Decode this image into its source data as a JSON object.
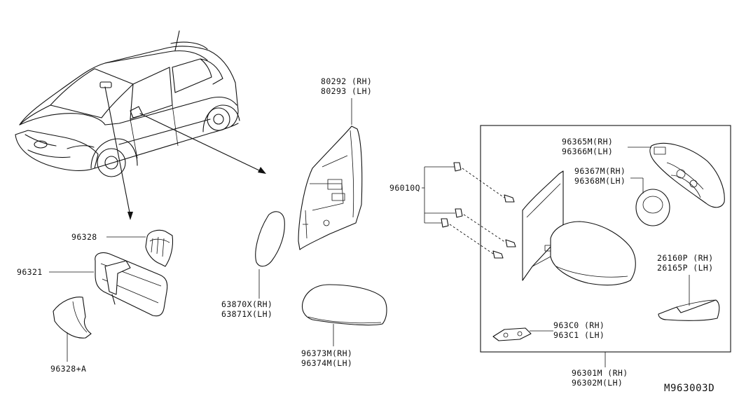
{
  "drawing_code": "M963003D",
  "labels": {
    "p80292": "80292 (RH)",
    "p80293": "80293 (LH)",
    "p96010q": "96010Q",
    "p96365m": "96365M(RH)",
    "p96366m": "96366M(LH)",
    "p96367m": "96367M(RH)",
    "p96368m": "96368M(LH)",
    "p96328": "96328",
    "p96321": "96321",
    "p96328a": "96328+A",
    "p63870x": "63870X(RH)",
    "p63871x": "63871X(LH)",
    "p96373m": "96373M(RH)",
    "p96374m": "96374M(LH)",
    "p26160p": "26160P (RH)",
    "p26165p": "26165P (LH)",
    "p963c0": "963C0 (RH)",
    "p963c1": "963C1 (LH)",
    "p96301m": "96301M (RH)",
    "p96302m": "96302M(LH)"
  }
}
